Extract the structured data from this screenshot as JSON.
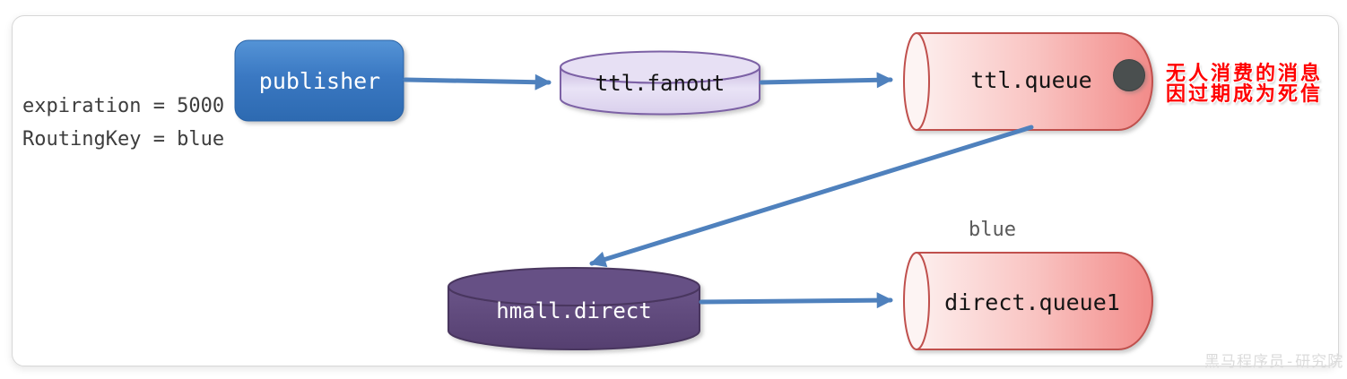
{
  "params": {
    "line1": "expiration = 5000",
    "line2": "RoutingKey = blue"
  },
  "nodes": {
    "publisher": {
      "label": "publisher"
    },
    "ttl_fanout": {
      "label": "ttl.fanout"
    },
    "ttl_queue": {
      "label": "ttl.queue"
    },
    "hmall_direct": {
      "label": "hmall.direct"
    },
    "direct_queue1": {
      "label": "direct.queue1",
      "binding_key": "blue"
    }
  },
  "edges": [
    {
      "from": "publisher",
      "to": "ttl.fanout"
    },
    {
      "from": "ttl.fanout",
      "to": "ttl.queue"
    },
    {
      "from": "ttl.queue",
      "to": "hmall.direct"
    },
    {
      "from": "hmall.direct",
      "to": "direct.queue1"
    }
  ],
  "annotation": {
    "line1": "无人消费的消息",
    "line2": "因过期成为死信",
    "color": "#ff0000"
  },
  "watermark": "黑马程序员-研究院",
  "colors": {
    "arrow": "#4f81bd",
    "publisher_top": "#4f8ed1",
    "publisher_bottom": "#2d6ab1",
    "fanout_border": "#7c61a5",
    "queue_border": "#c0504d",
    "queue_body_light": "#fdefee",
    "queue_body_dark": "#f28b89",
    "direct_exchange_body": "#5b4677",
    "message_dot": "#4a4f4f"
  }
}
